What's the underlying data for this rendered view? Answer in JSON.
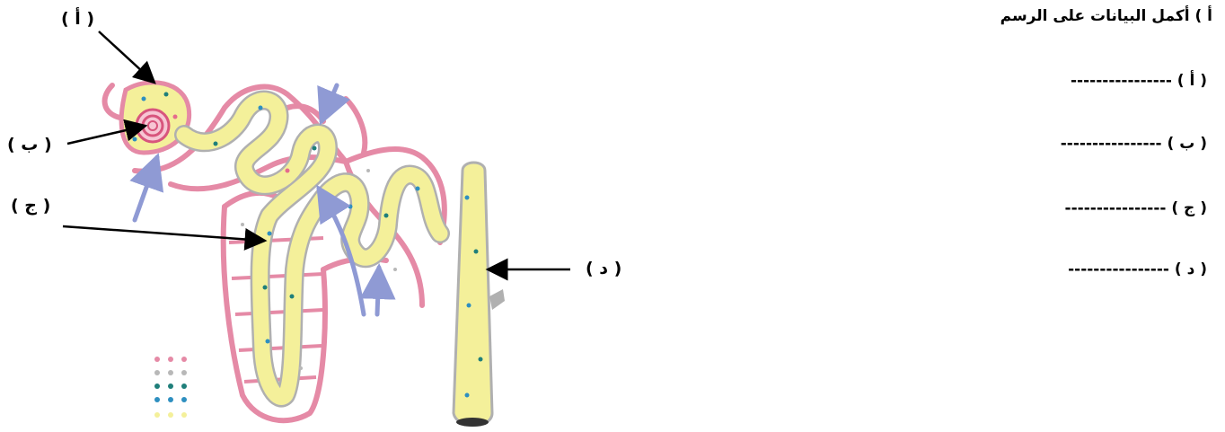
{
  "question": {
    "title": "أ ) أكمل البيانات على الرسم",
    "answers": [
      {
        "label": "( أ )",
        "blank": "----------------"
      },
      {
        "label": "( ب )",
        "blank": "----------------"
      },
      {
        "label": "( ج )",
        "blank": "----------------"
      },
      {
        "label": "( د )",
        "blank": "----------------"
      }
    ]
  },
  "diagram": {
    "labels": {
      "a": "( أ )",
      "b": "( ب )",
      "c": "( ج )",
      "d": "( د )"
    },
    "colors": {
      "capillary": "#e58aa6",
      "tubule_fill": "#f4f09a",
      "flow_arrow": "#8f9ad4",
      "dot_pink": "#e56b8d",
      "dot_blue": "#2e8fc0",
      "dot_teal": "#1f7f7a",
      "dot_grey": "#b8b8b8"
    }
  }
}
